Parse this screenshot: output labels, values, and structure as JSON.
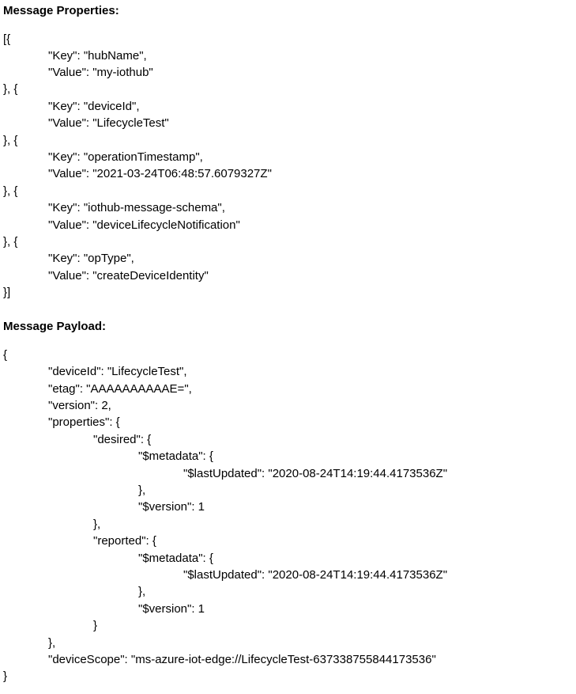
{
  "properties_section": {
    "heading": "Message Properties:",
    "lines": [
      "[{",
      "\"Key\": \"hubName\",",
      "\"Value\": \"my-iothub\"",
      "}, {",
      "\"Key\": \"deviceId\",",
      "\"Value\": \"LifecycleTest\"",
      "}, {",
      "\"Key\": \"operationTimestamp\",",
      "\"Value\": \"2021-03-24T06:48:57.6079327Z\"",
      "}, {",
      "\"Key\": \"iothub-message-schema\",",
      "\"Value\": \"deviceLifecycleNotification\"",
      "}, {",
      "\"Key\": \"opType\",",
      "\"Value\": \"createDeviceIdentity\"",
      "}]"
    ]
  },
  "payload_section": {
    "heading": "Message Payload:",
    "lines": [
      "{",
      "\"deviceId\": \"LifecycleTest\",",
      "\"etag\": \"AAAAAAAAAAE=\",",
      "\"version\": 2,",
      "\"properties\": {",
      "\"desired\": {",
      "\"$metadata\": {",
      "\"$lastUpdated\": \"2020-08-24T14:19:44.4173536Z\"",
      "},",
      "\"$version\": 1",
      "},",
      "\"reported\": {",
      "\"$metadata\": {",
      "\"$lastUpdated\": \"2020-08-24T14:19:44.4173536Z\"",
      "},",
      "\"$version\": 1",
      "}",
      "},",
      "\"deviceScope\": \"ms-azure-iot-edge://LifecycleTest-637338755844173536\"",
      "}"
    ]
  }
}
